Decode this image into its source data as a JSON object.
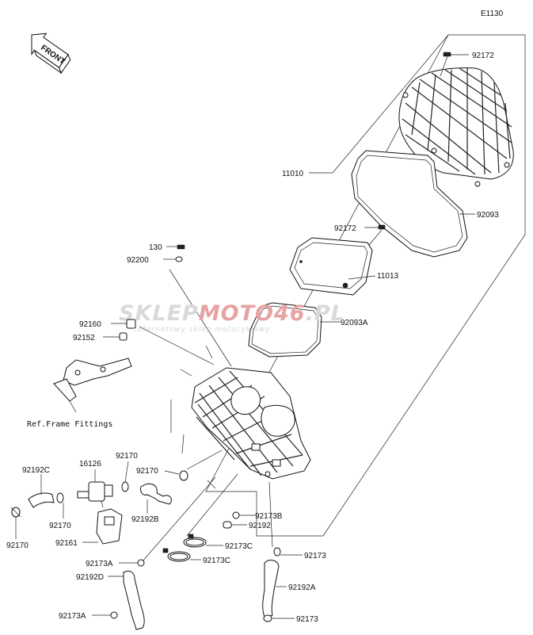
{
  "diagram_code": "E1130",
  "front_label": "FRONT",
  "ref_note": "Ref.Frame Fittings",
  "watermark": {
    "brand_grey": "SKLEP",
    "brand_red": "MOTO46",
    "brand_tld": ".PL",
    "tagline": "internetowy sklep motocyklowy"
  },
  "labels": {
    "p92172_top": "92172",
    "p11010": "11010",
    "p92093": "92093",
    "p92172_mid": "92172",
    "p11013": "11013",
    "p130": "130",
    "p92200": "92200",
    "p92093a": "92093A",
    "p92160": "92160",
    "p92152": "92152",
    "p92192c": "92192C",
    "p16126": "16126",
    "p92170_a": "92170",
    "p92170_b": "92170",
    "p92170_c": "92170",
    "p92170_d": "92170",
    "p92192b": "92192B",
    "p92161": "92161",
    "p92173b": "92173B",
    "p92192": "92192",
    "p92173c_a": "92173C",
    "p92173c_b": "92173C",
    "p92173": "92173",
    "p92173a_a": "92173A",
    "p92192d": "92192D",
    "p92192a": "92192A",
    "p92173_b": "92173",
    "p92173a_b": "92173A"
  },
  "colors": {
    "line": "#222222",
    "watermark_grey": "#d9d9d9",
    "watermark_red": "#e7a3a3"
  }
}
